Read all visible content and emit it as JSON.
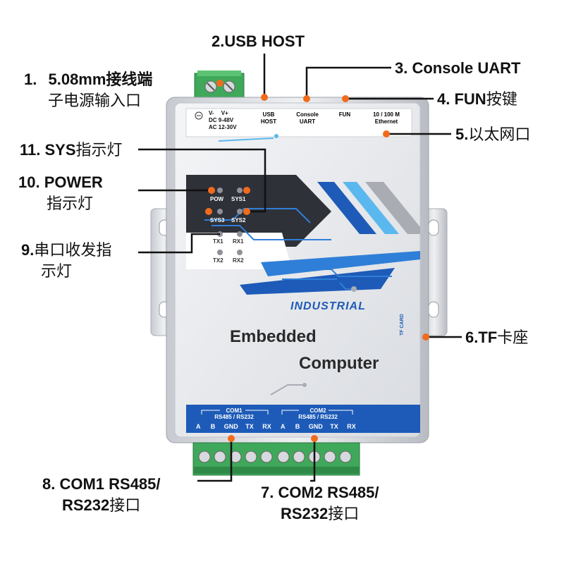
{
  "device": {
    "power_port": {
      "labels": [
        "V-",
        "V+"
      ],
      "rating_lines": [
        "DC 9-48V",
        "AC 12-30V"
      ]
    },
    "top_ports": [
      {
        "name": "usb",
        "lines": [
          "USB",
          "HOST"
        ]
      },
      {
        "name": "console",
        "lines": [
          "Console",
          "UART"
        ]
      },
      {
        "name": "fun",
        "lines": [
          "FUN",
          ""
        ]
      },
      {
        "name": "ethernet",
        "lines": [
          "10 / 100 M",
          "Ethernet"
        ]
      }
    ],
    "leds": {
      "pow": "POW",
      "sys1": "SYS1",
      "sys3": "SYS3",
      "sys2": "SYS2",
      "tx1": "TX1",
      "rx1": "RX1",
      "tx2": "TX2",
      "rx2": "RX2"
    },
    "brand_text": "INDUSTRIAL",
    "product_line1": "Embedded",
    "product_line2": "Computer",
    "tf_label": "TF CARD",
    "com1": {
      "title": "COM1",
      "mode": "RS485 / RS232",
      "pins": [
        "A",
        "B",
        "GND",
        "TX",
        "RX"
      ]
    },
    "com2": {
      "title": "COM2",
      "mode": "RS485 / RS232",
      "pins": [
        "A",
        "B",
        "GND",
        "TX",
        "RX"
      ]
    }
  },
  "callouts": {
    "c1": {
      "num": "1.",
      "line1": "5.08mm接线端",
      "line2": "子电源输入口"
    },
    "c2": {
      "text": "2.USB HOST"
    },
    "c3": {
      "text": "3. Console UART"
    },
    "c4": {
      "bold": "4. FUN",
      "rest": "按键"
    },
    "c5": {
      "bold": "5.",
      "rest": "以太网口"
    },
    "c6": {
      "bold": "6.TF",
      "rest": "卡座"
    },
    "c7": {
      "line1": "7. COM2 RS485/",
      "line2_bold": "RS232",
      "line2_rest": "接口"
    },
    "c8": {
      "line1": "8. COM1 RS485/",
      "line2_bold": "RS232",
      "line2_rest": "接口"
    },
    "c9": {
      "bold": "9.",
      "line1_rest": "串口收发指",
      "line2": "示灯"
    },
    "c10": {
      "line1": "10. POWER",
      "line2": "指示灯"
    },
    "c11": {
      "bold": "11. SYS",
      "rest": "指示灯"
    }
  },
  "colors": {
    "callout_dot": "#F26B1D",
    "panel_blue": "#1E5BB8",
    "accent_blue": "#2F7FD8",
    "light_blue": "#5BB8EE",
    "terminal_green": "#3FA85A",
    "dark_panel": "#2E3138",
    "body_gray": "#E4E6EA"
  }
}
